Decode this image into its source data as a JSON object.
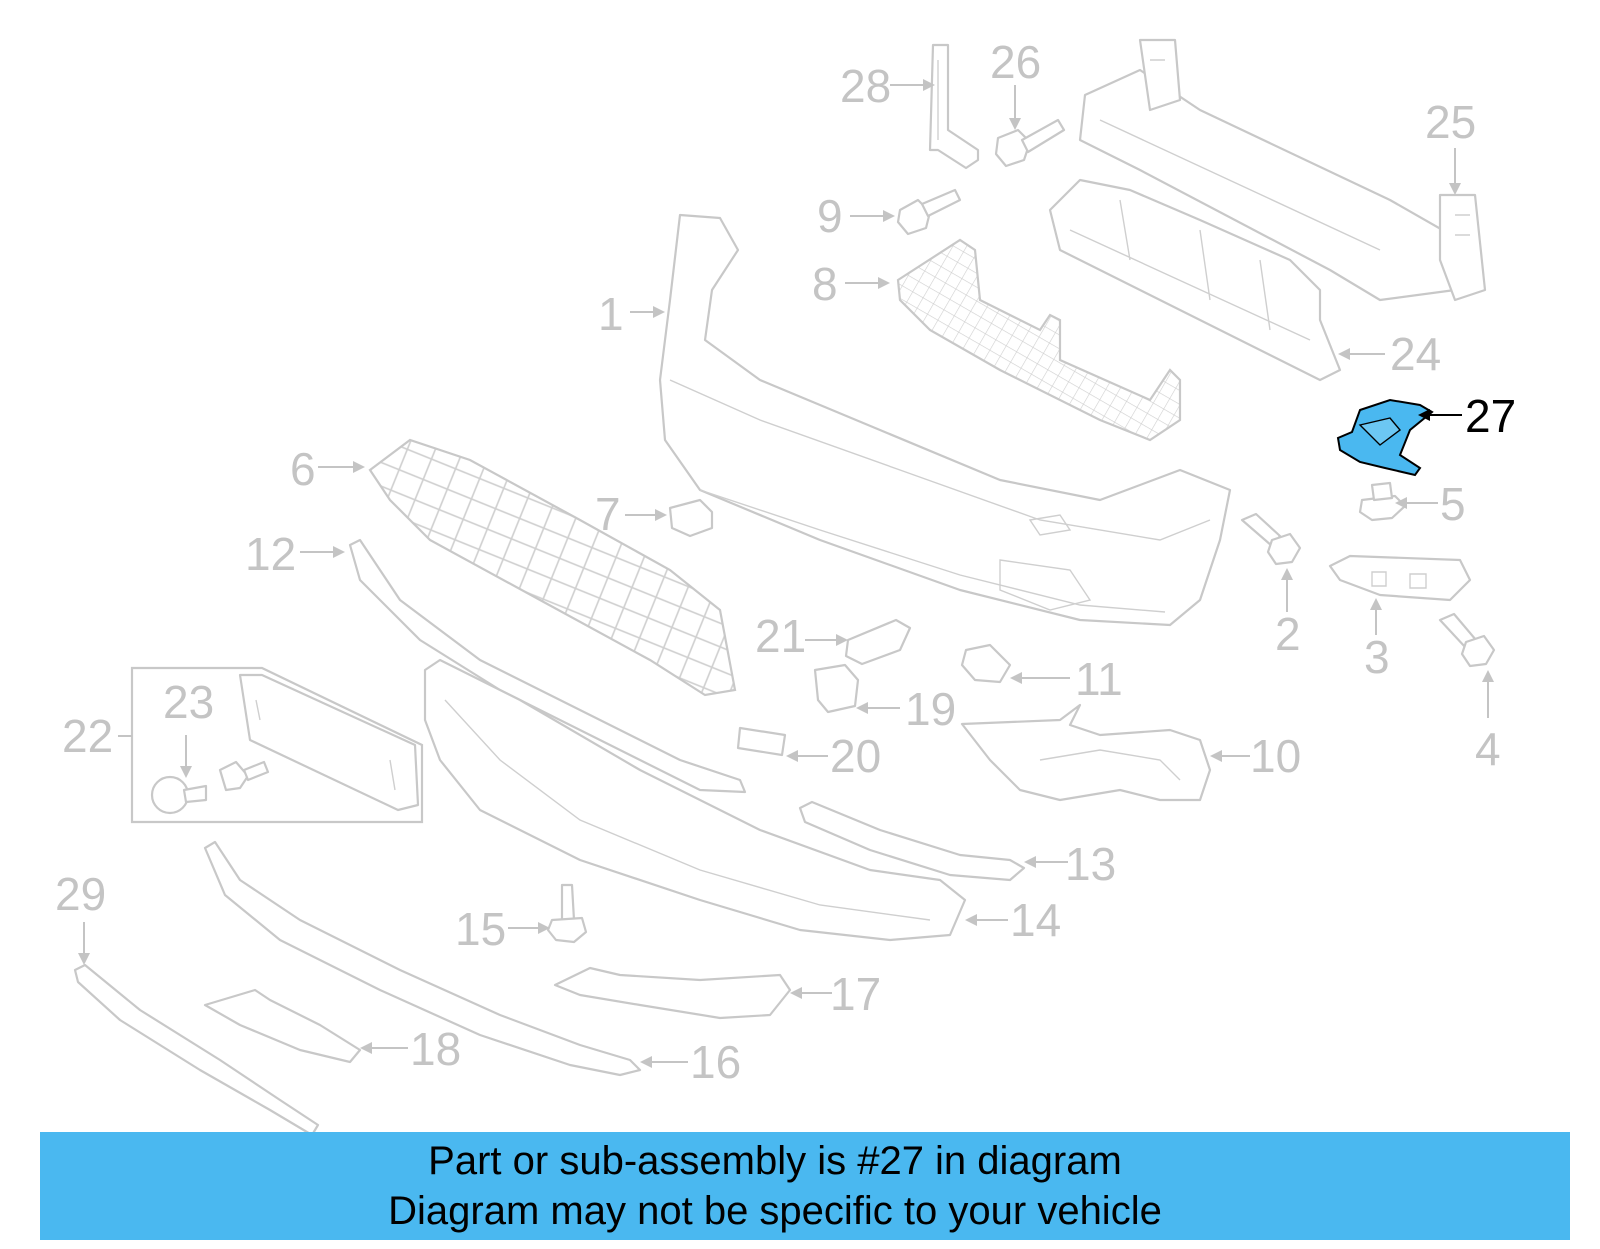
{
  "diagram": {
    "highlighted_part": "27",
    "highlight_color": "#4ab8f0",
    "callouts": [
      "1",
      "2",
      "3",
      "4",
      "5",
      "6",
      "7",
      "8",
      "9",
      "10",
      "11",
      "12",
      "13",
      "14",
      "15",
      "16",
      "17",
      "18",
      "19",
      "20",
      "21",
      "22",
      "23",
      "24",
      "25",
      "26",
      "27",
      "28",
      "29"
    ]
  },
  "banner": {
    "line1": "Part or sub-assembly is #27 in diagram",
    "line2": "Diagram may not be specific to your vehicle"
  }
}
